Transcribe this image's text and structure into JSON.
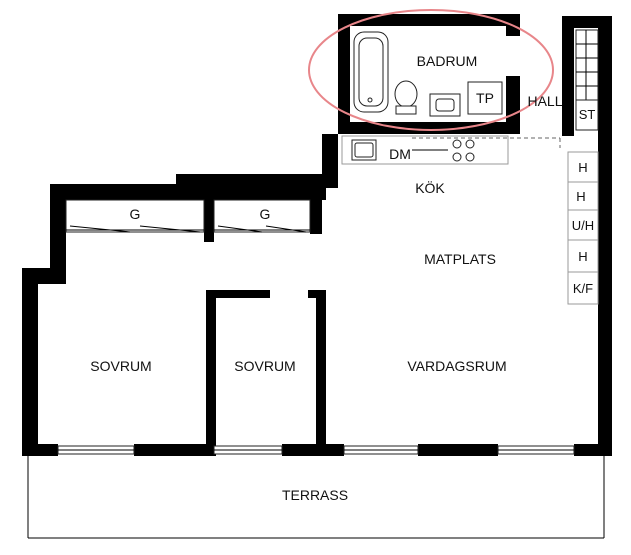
{
  "rooms": {
    "badrum": "BADRUM",
    "tp": "TP",
    "hall": "HALL",
    "st": "ST",
    "dm": "DM",
    "kok": "KÖK",
    "g_left": "G",
    "g_right": "G",
    "matplats": "MATPLATS",
    "sovrum_left": "SOVRUM",
    "sovrum_mid": "SOVRUM",
    "vardagsrum": "VARDAGSRUM",
    "terrass": "TERRASS"
  },
  "cabinets": [
    "H",
    "H",
    "U/H",
    "H",
    "K/F"
  ],
  "colors": {
    "wall": "#000000",
    "highlight": "#e8868a"
  }
}
